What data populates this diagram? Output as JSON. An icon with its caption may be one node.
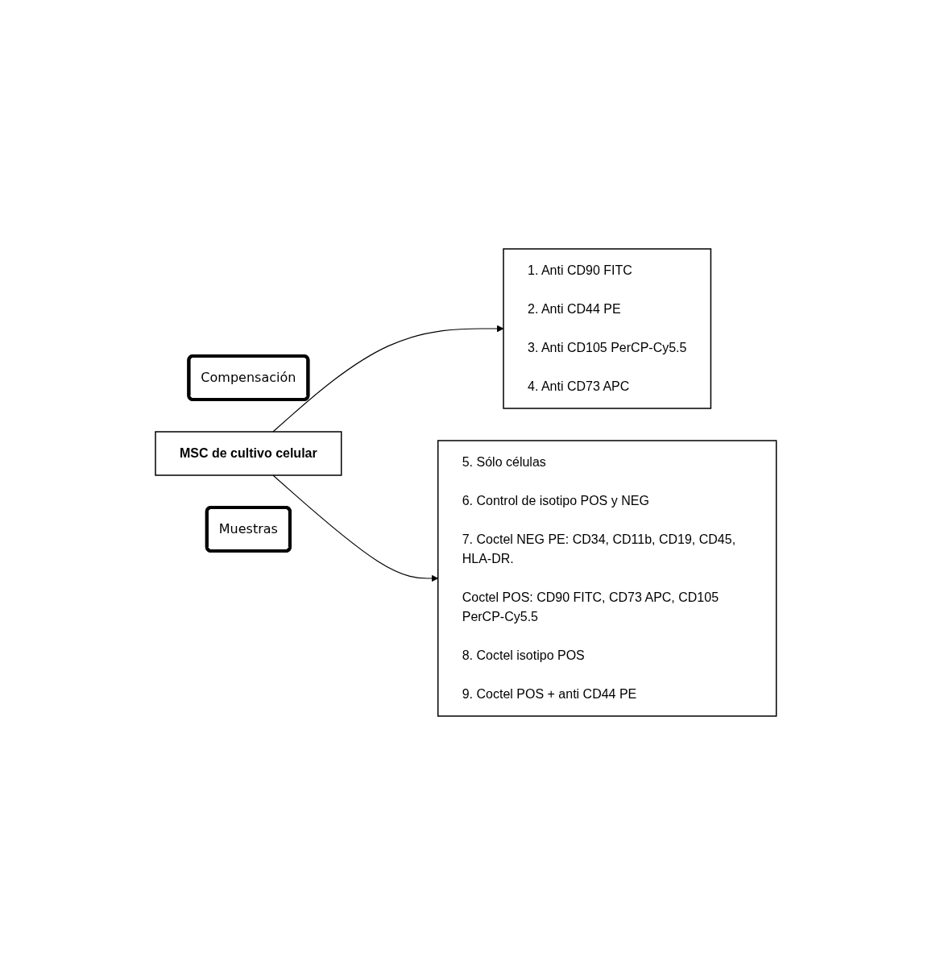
{
  "diagram": {
    "nodes": [
      {
        "text": [
          "1. Anti CD90 FITC",
          "2. Anti CD44 PE",
          "3. Anti CD105 PerCP-Cy5.5",
          "4. Anti CD73 APC"
        ]
      },
      {
        "text": [
          "Compensación"
        ]
      },
      {
        "text": [
          "MSC de cultivo celular"
        ]
      },
      {
        "text": [
          "Muestras"
        ]
      },
      {
        "text": [
          "5. Sólo células",
          "6. Control de isotipo POS y NEG",
          "7. Coctel NEG PE: CD34, CD11b, CD19, CD45, HLA-DR.",
          "Coctel POS: CD90 FITC, CD73 APC, CD105 PerCP-Cy5.5",
          "8. Coctel isotipo POS",
          "9. Coctel POS + anti CD44 PE"
        ]
      }
    ],
    "edges": [
      {
        "from": 2,
        "to": 0,
        "arrow": "to"
      },
      {
        "from": 2,
        "to": 4,
        "arrow": "to"
      }
    ]
  }
}
